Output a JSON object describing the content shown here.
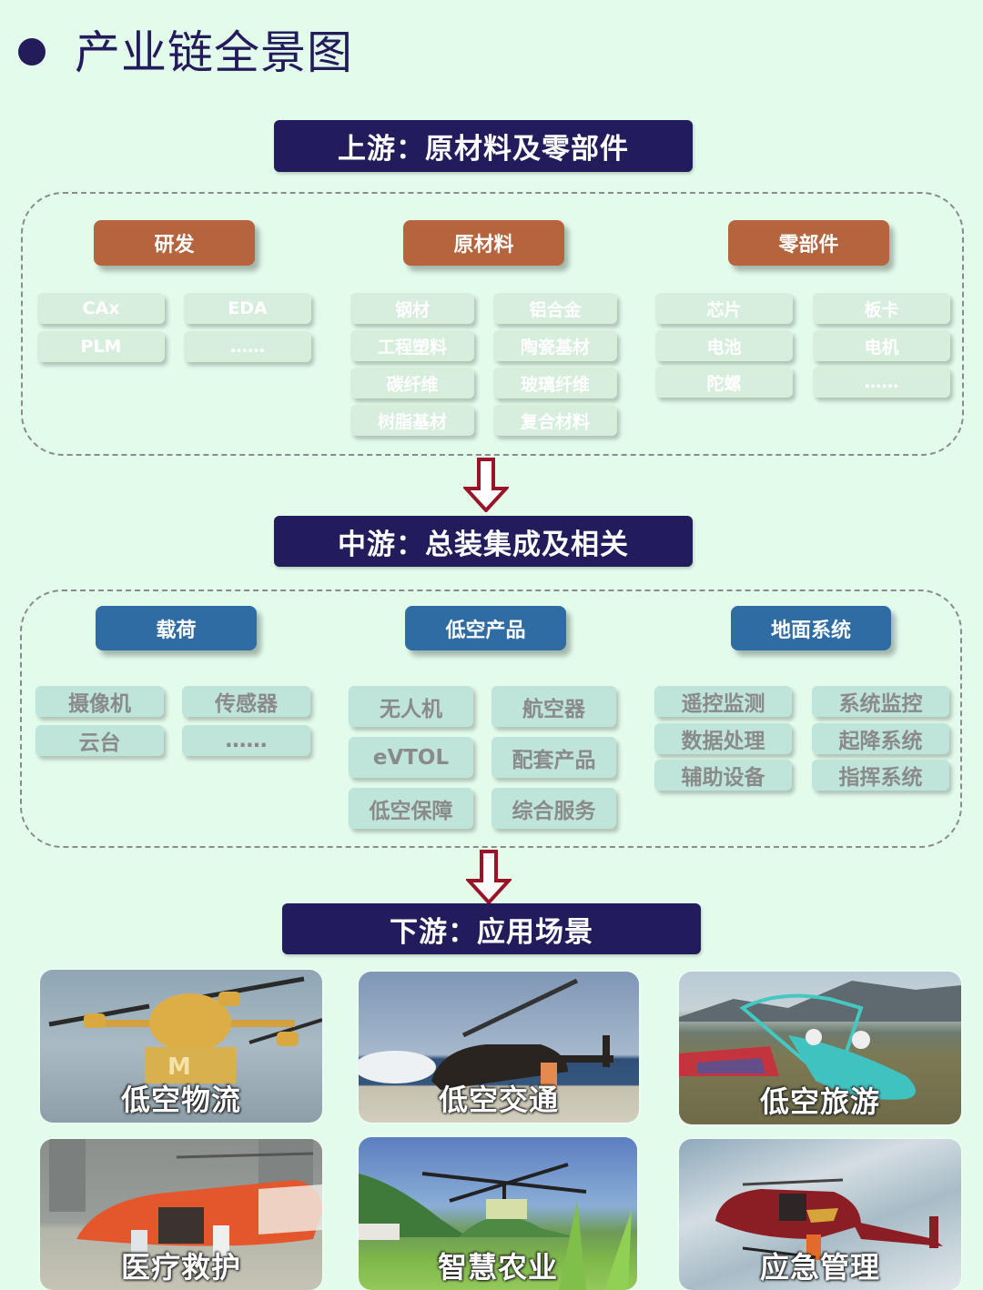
{
  "title": "产业链全景图",
  "colors": {
    "background": "#e2fbeb",
    "stage_bar": "#221c5c",
    "upstream_category": "#b5643e",
    "midstream_category": "#2f6ca4",
    "arrow": "#9a1428",
    "upstream_chip": "#d7eedd",
    "midstream_chip": "#bfe4da"
  },
  "upstream": {
    "header": "上游：原材料及零部件",
    "groups": [
      {
        "label": "研发",
        "items": [
          "CAx",
          "EDA",
          "PLM",
          "……"
        ]
      },
      {
        "label": "原材料",
        "items": [
          "钢材",
          "铝合金",
          "工程塑料",
          "陶瓷基材",
          "碳纤维",
          "玻璃纤维",
          "树脂基材",
          "复合材料"
        ]
      },
      {
        "label": "零部件",
        "items": [
          "芯片",
          "板卡",
          "电池",
          "电机",
          "陀螺",
          "……"
        ]
      }
    ]
  },
  "midstream": {
    "header": "中游：总装集成及相关",
    "groups": [
      {
        "label": "载荷",
        "items": [
          "摄像机",
          "传感器",
          "云台",
          "……"
        ]
      },
      {
        "label": "低空产品",
        "items": [
          "无人机",
          "航空器",
          "eVTOL",
          "配套产品",
          "低空保障",
          "综合服务"
        ]
      },
      {
        "label": "地面系统",
        "items": [
          "遥控监测",
          "系统监控",
          "数据处理",
          "起降系统",
          "辅助设备",
          "指挥系统"
        ]
      }
    ]
  },
  "downstream": {
    "header": "下游：应用场景",
    "scenarios": [
      {
        "label": "低空物流",
        "image": "delivery-drone"
      },
      {
        "label": "低空交通",
        "image": "passenger-helicopter"
      },
      {
        "label": "低空旅游",
        "image": "trike-glider"
      },
      {
        "label": "医疗救护",
        "image": "medical-helicopter"
      },
      {
        "label": "智慧农业",
        "image": "agricultural-drone"
      },
      {
        "label": "应急管理",
        "image": "rescue-helicopter"
      }
    ]
  }
}
